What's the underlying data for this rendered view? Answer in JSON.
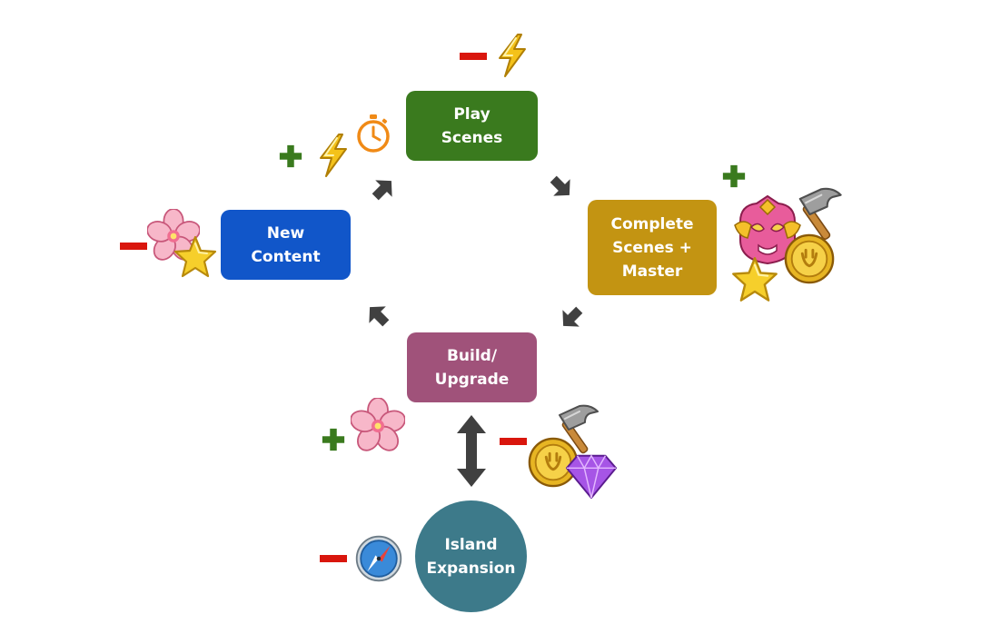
{
  "diagram": {
    "nodes": {
      "play": {
        "label": "Play\nScenes",
        "color": "#3a7a1e"
      },
      "complete": {
        "label": "Complete\nScenes +\nMaster",
        "color": "#c39412"
      },
      "build": {
        "label": "Build/\nUpgrade",
        "color": "#a0527a"
      },
      "new_content": {
        "label": "New\nContent",
        "color": "#1156c9"
      },
      "island": {
        "label": "Island\nExpansion",
        "color": "#3d7a8a"
      }
    },
    "colors": {
      "arrow": "#404040",
      "plus": "#3a7a1e",
      "minus": "#d9160d",
      "energy": "#f4c21a",
      "timer": "#f08a16",
      "flower": "#f5a7be",
      "star": "#f6cf2b",
      "coin": "#e7b523",
      "hammer": "#8c8c8c",
      "gem": "#a655e6",
      "mask": "#e85c9b",
      "compass": "#3a8ad9"
    },
    "icons": [
      "lightning-icon",
      "stopwatch-icon",
      "flower-icon",
      "star-icon",
      "hammer-icon",
      "coin-icon",
      "gem-icon",
      "mask-icon",
      "compass-icon"
    ]
  }
}
